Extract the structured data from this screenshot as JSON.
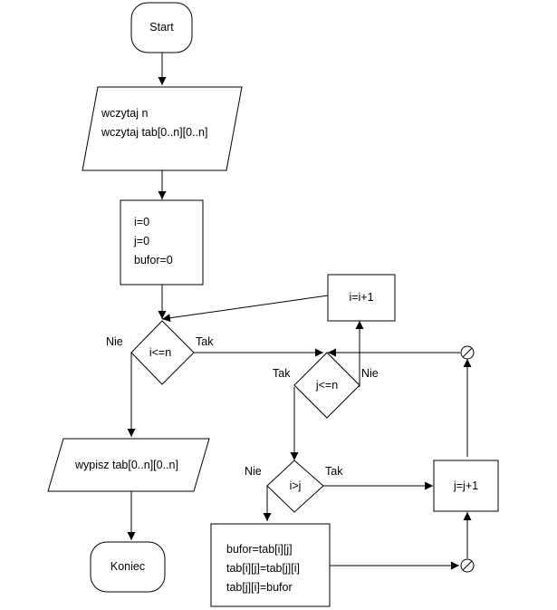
{
  "nodes": {
    "start": {
      "lines": [
        "Start"
      ]
    },
    "read": {
      "lines": [
        "wczytaj n",
        "wczytaj tab[0..n][0..n]"
      ]
    },
    "init": {
      "lines": [
        "i=0",
        "j=0",
        "bufor=0"
      ]
    },
    "cond_i": {
      "lines": [
        "i<=n"
      ]
    },
    "inc_i": {
      "lines": [
        "i=i+1"
      ]
    },
    "cond_j": {
      "lines": [
        "j<=n"
      ]
    },
    "cond_ij": {
      "lines": [
        "i>j"
      ]
    },
    "inc_j": {
      "lines": [
        "j=j+1"
      ]
    },
    "swap": {
      "lines": [
        "bufor=tab[i][j]",
        "tab[i][j]=tab[j][i]",
        "tab[j][i]=bufor"
      ]
    },
    "output": {
      "lines": [
        "wypisz tab[0..n][0..n]"
      ]
    },
    "end": {
      "lines": [
        "Koniec"
      ]
    }
  },
  "edge_labels": {
    "cond_i_no": "Nie",
    "cond_i_yes": "Tak",
    "cond_j_yes": "Tak",
    "cond_j_no": "Nie",
    "cond_ij_no": "Nie",
    "cond_ij_yes": "Tak"
  }
}
